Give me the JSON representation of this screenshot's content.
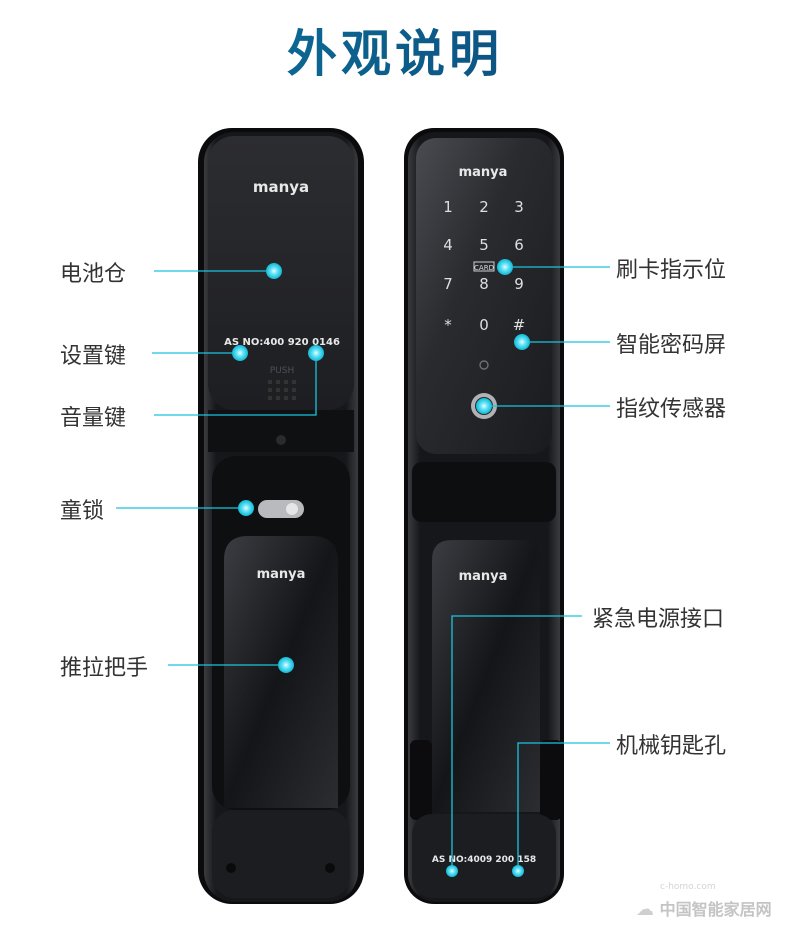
{
  "title": "外观说明",
  "brand": "manya",
  "left_lock": {
    "serial": "AS NO:400 920 0146",
    "push_label": "PUSH",
    "callouts": {
      "battery": "电池仓",
      "settings": "设置键",
      "volume": "音量键",
      "child_lock": "童锁",
      "handle": "推拉把手"
    }
  },
  "right_lock": {
    "serial": "AS NO:4009 200 158",
    "keypad": [
      "1",
      "2",
      "3",
      "4",
      "5",
      "6",
      "7",
      "8",
      "9",
      "*",
      "0",
      "#"
    ],
    "card_label": "CARD",
    "callouts": {
      "card_indicator": "刷卡指示位",
      "keypad_screen": "智能密码屏",
      "fingerprint": "指纹传感器",
      "emergency_power": "紧急电源接口",
      "mechanical_key": "机械钥匙孔"
    }
  },
  "watermark": {
    "url": "c-homo.com",
    "name": "中国智能家居网"
  },
  "colors": {
    "accent": "#19c4e0",
    "title_start": "#0b7fa6",
    "title_end": "#0e3c6f",
    "lock_body": "#1a1b1f"
  }
}
